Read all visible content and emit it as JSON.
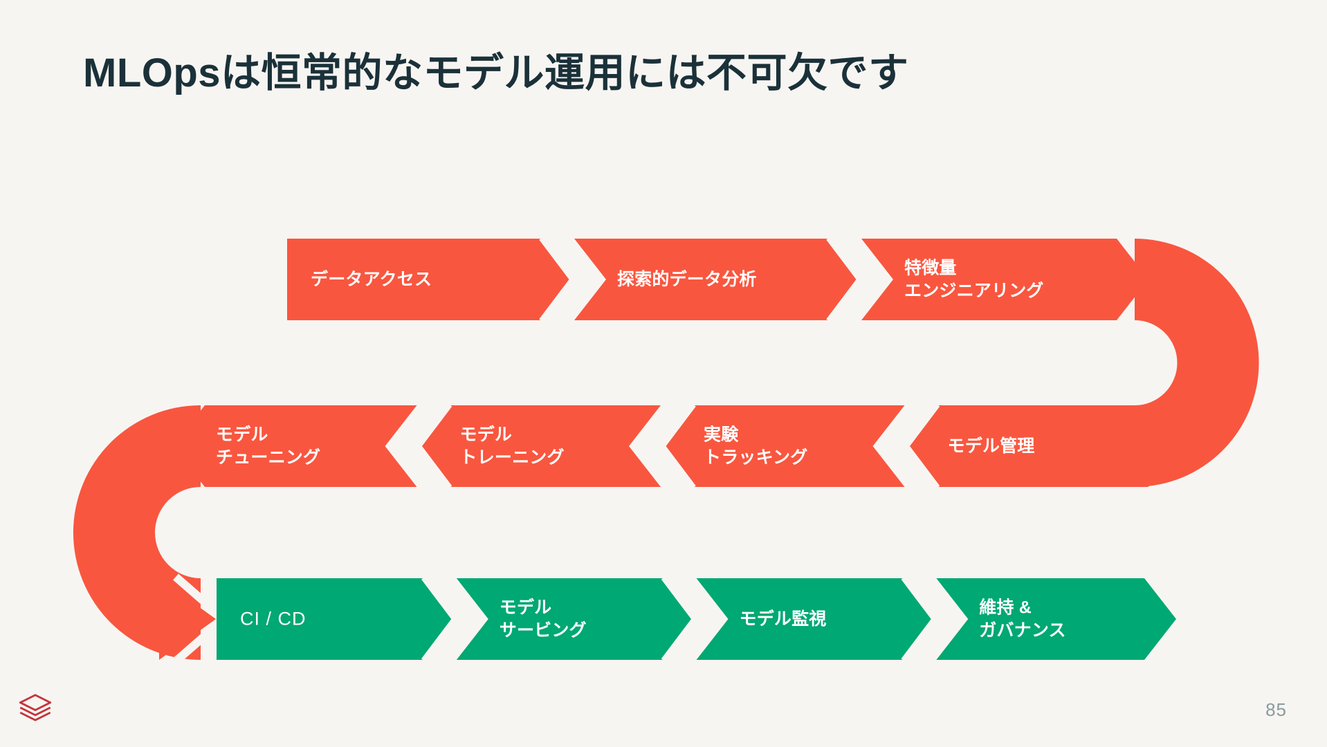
{
  "slide": {
    "title": "MLOpsは恒常的なモデル運用には不可欠です",
    "page_number": "85",
    "background_color": "#F7F5F2",
    "title_color": "#1B3139",
    "logo_name": "databricks-logo",
    "logo_color": "#C6343C"
  },
  "colors": {
    "orange": "#F9563F",
    "green": "#00A873",
    "gap": "#F7F5F2",
    "page_number_color": "#8A9A9E"
  },
  "diagram": {
    "type": "snake-process-flow",
    "rows": [
      {
        "id": "row-1",
        "direction": "left-to-right",
        "color_key": "orange",
        "steps": [
          {
            "id": "data-access",
            "label": "データアクセス",
            "latin": false
          },
          {
            "id": "exploratory-analysis",
            "label": "探索的データ分析",
            "latin": false
          },
          {
            "id": "feature-engineering",
            "label": "特徴量\nエンジニアリング",
            "latin": false
          }
        ]
      },
      {
        "id": "row-2",
        "direction": "right-to-left",
        "color_key": "orange",
        "steps": [
          {
            "id": "model-management",
            "label": "モデル管理",
            "latin": false
          },
          {
            "id": "experiment-tracking",
            "label": "実験\nトラッキング",
            "latin": false
          },
          {
            "id": "model-training",
            "label": "モデル\nトレーニング",
            "latin": false
          },
          {
            "id": "model-tuning",
            "label": "モデル\nチューニング",
            "latin": false
          }
        ]
      },
      {
        "id": "row-3",
        "direction": "left-to-right",
        "color_key": "green",
        "steps": [
          {
            "id": "ci-cd",
            "label": "CI / CD",
            "latin": true
          },
          {
            "id": "model-serving",
            "label": "モデル\nサービング",
            "latin": false
          },
          {
            "id": "model-monitoring",
            "label": "モデル監視",
            "latin": false
          },
          {
            "id": "maintenance-governance",
            "label": "維持 &\nガバナンス",
            "latin": false
          }
        ]
      }
    ],
    "connectors": [
      {
        "id": "connector-right",
        "from": "row-1",
        "to": "row-2",
        "side": "right",
        "color_key": "orange"
      },
      {
        "id": "connector-left",
        "from": "row-2",
        "to": "row-3",
        "side": "left",
        "color_key": "orange"
      }
    ]
  }
}
